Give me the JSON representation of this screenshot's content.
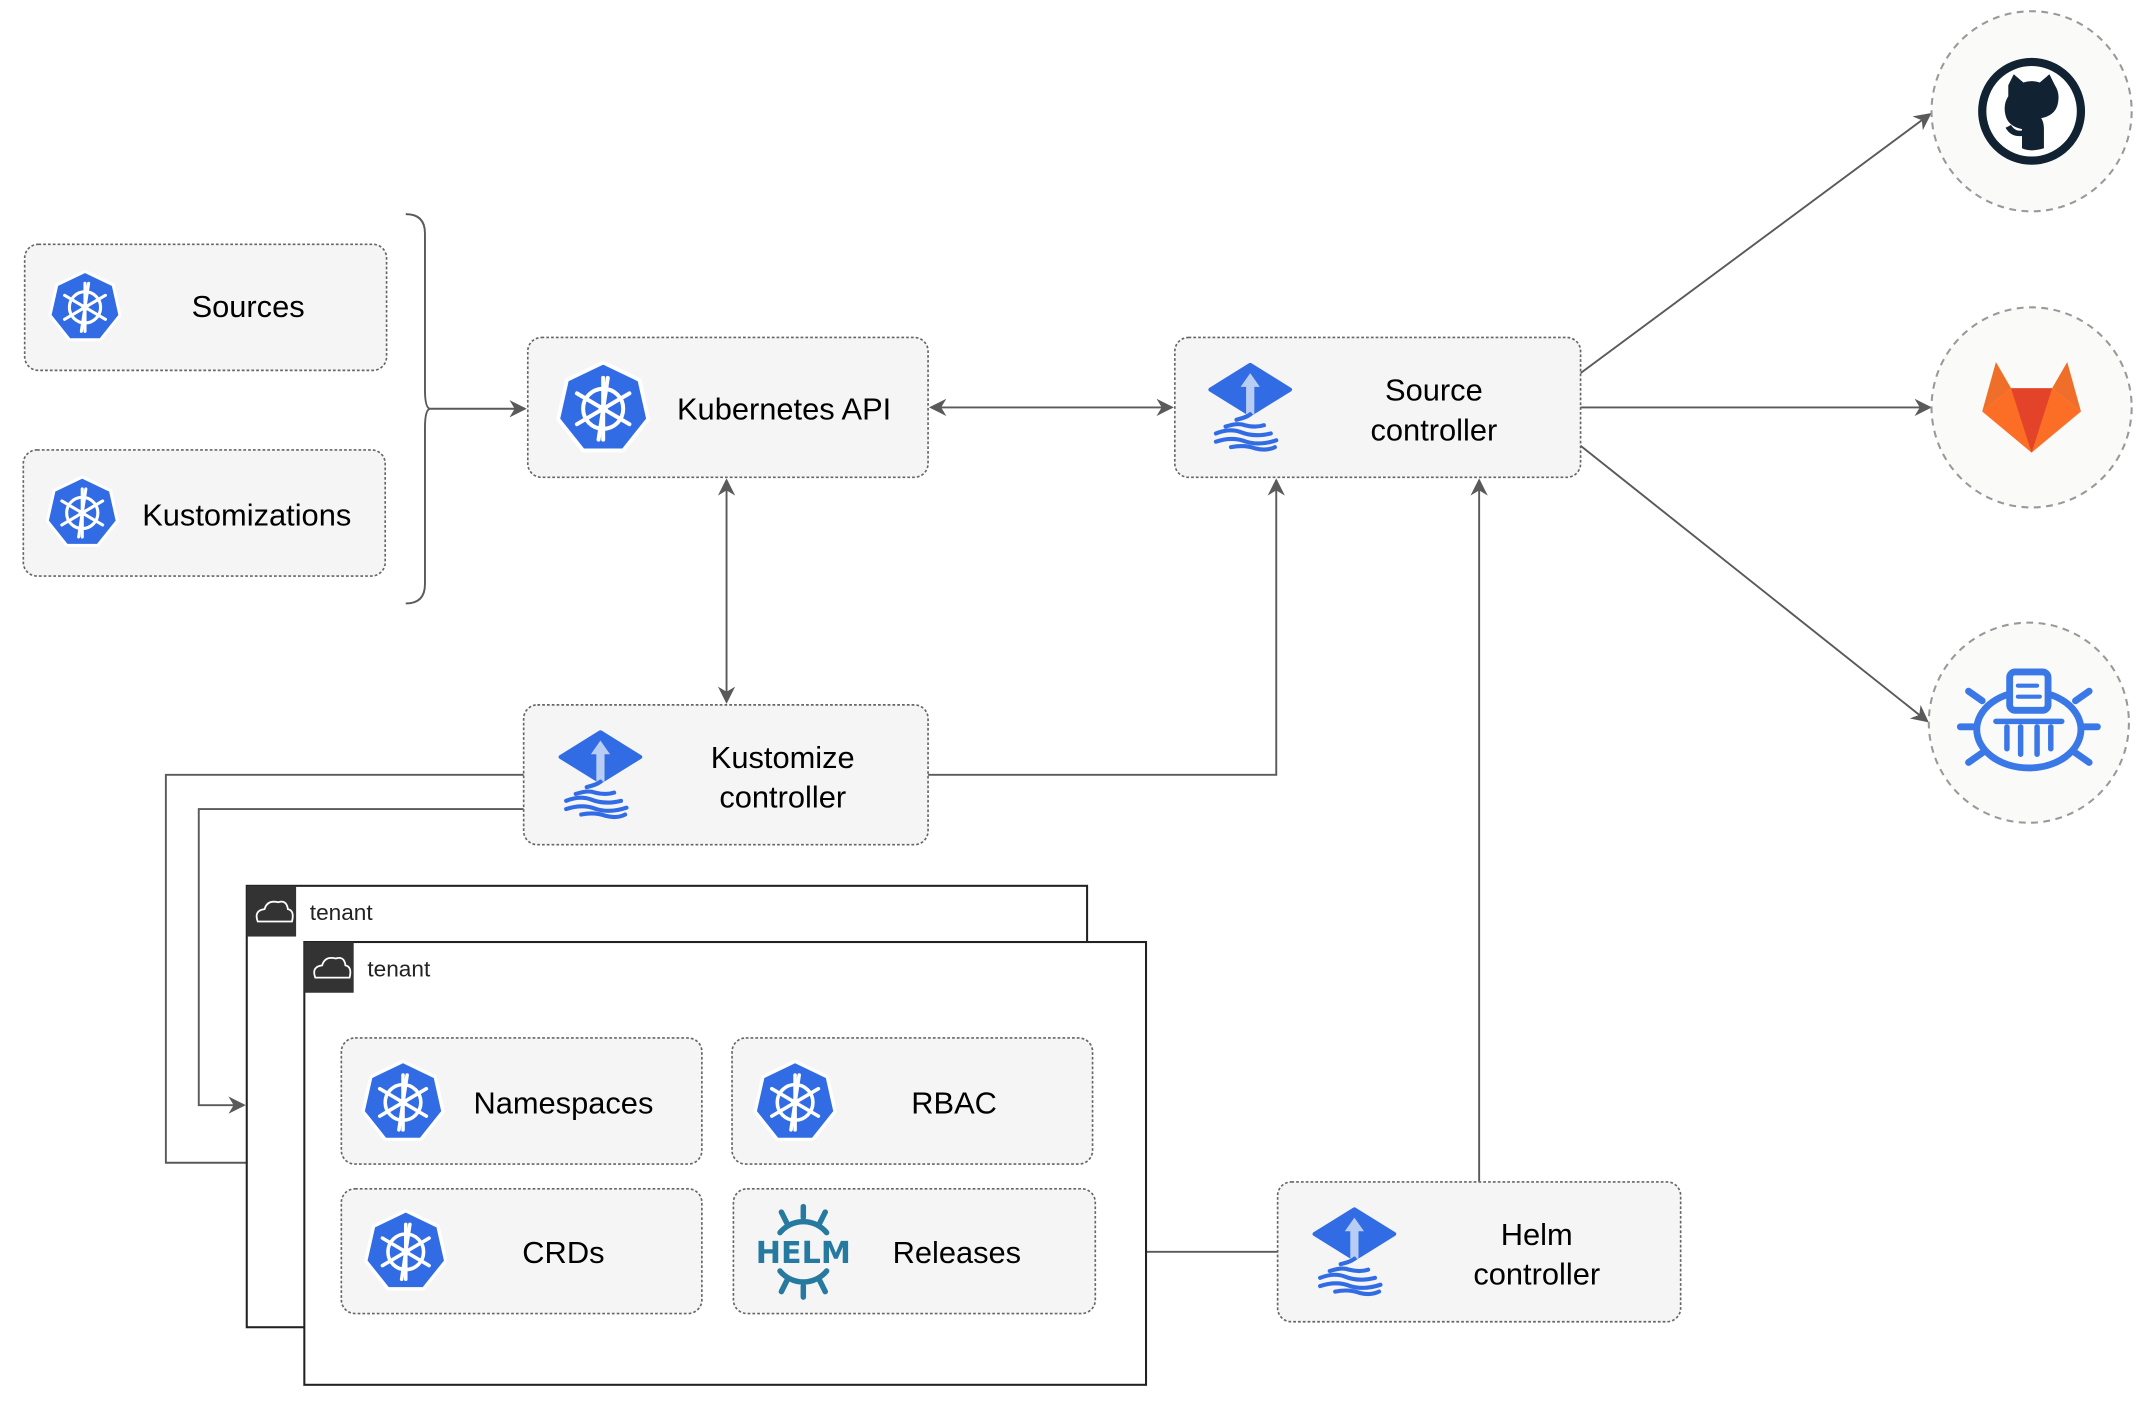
{
  "nodes": {
    "sources": "Sources",
    "kustomizations": "Kustomizations",
    "kubernetes_api": "Kubernetes API",
    "source_controller": [
      "Source",
      "controller"
    ],
    "kustomize_controller": [
      "Kustomize",
      "controller"
    ],
    "helm_controller": [
      "Helm",
      "controller"
    ],
    "namespaces": "Namespaces",
    "rbac": "RBAC",
    "crds": "CRDs",
    "releases": "Releases"
  },
  "tenants": [
    "tenant",
    "tenant"
  ],
  "helm_logo_text": "HELM",
  "external_sources": [
    "github-icon",
    "gitlab-icon",
    "bucket-icon"
  ],
  "colors": {
    "k8s_blue": "#326ce5",
    "flux_blue": "#326ce5",
    "helm_blue": "#277a9f",
    "github": "#112233",
    "gitlab_orange": "#e9572b",
    "gitlab_yellow": "#fca326"
  }
}
